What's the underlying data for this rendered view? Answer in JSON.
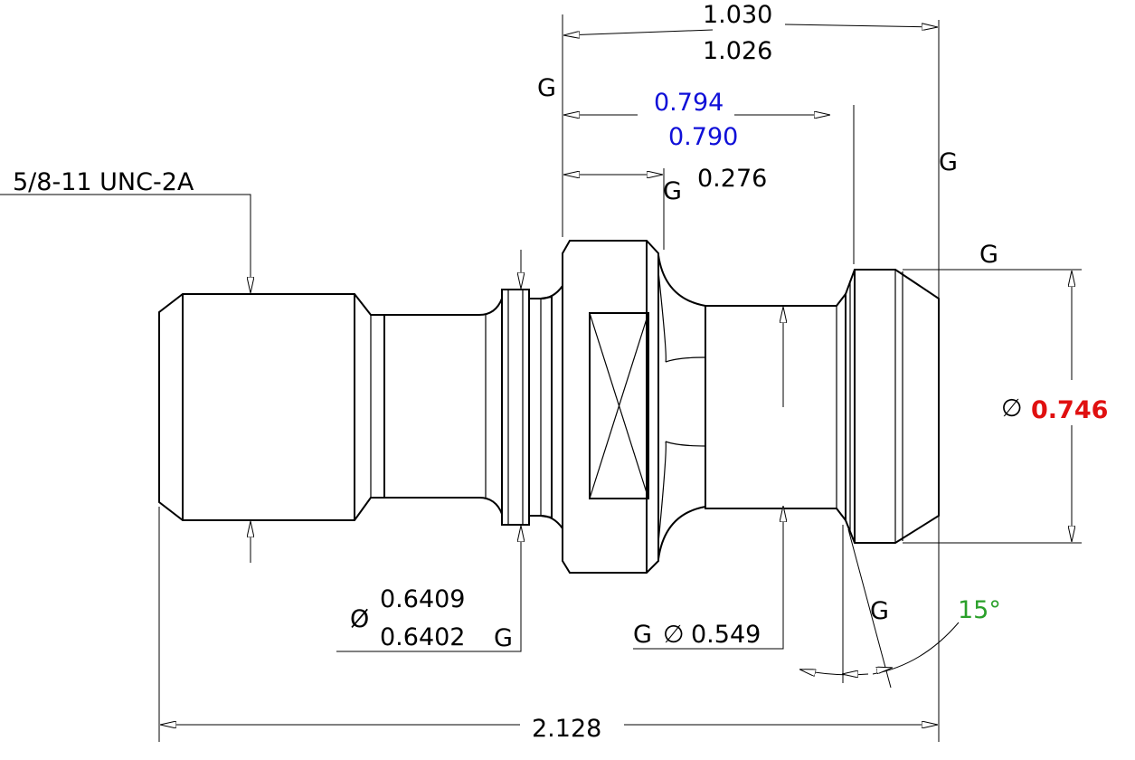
{
  "labels": {
    "overall_length": "2.128",
    "dim_top_upper": "1.030",
    "dim_top_lower": "1.026",
    "dim_mid_upper": "0.794",
    "dim_mid_lower": "0.790",
    "dim_short": "0.276",
    "thread": "5/8-11 UNC-2A",
    "dia_small_upper": "0.6409",
    "dia_small_lower": "0.6402",
    "dia_neck": "0.549",
    "dia_head": "0.746",
    "angle": "15°",
    "dia_symbol": "Ø",
    "dia_symbol_alt": "∅",
    "g": "G"
  },
  "colors": {
    "line": "#000000",
    "blue": "#1010d8",
    "red": "#e01010",
    "green": "#2aa02a"
  }
}
